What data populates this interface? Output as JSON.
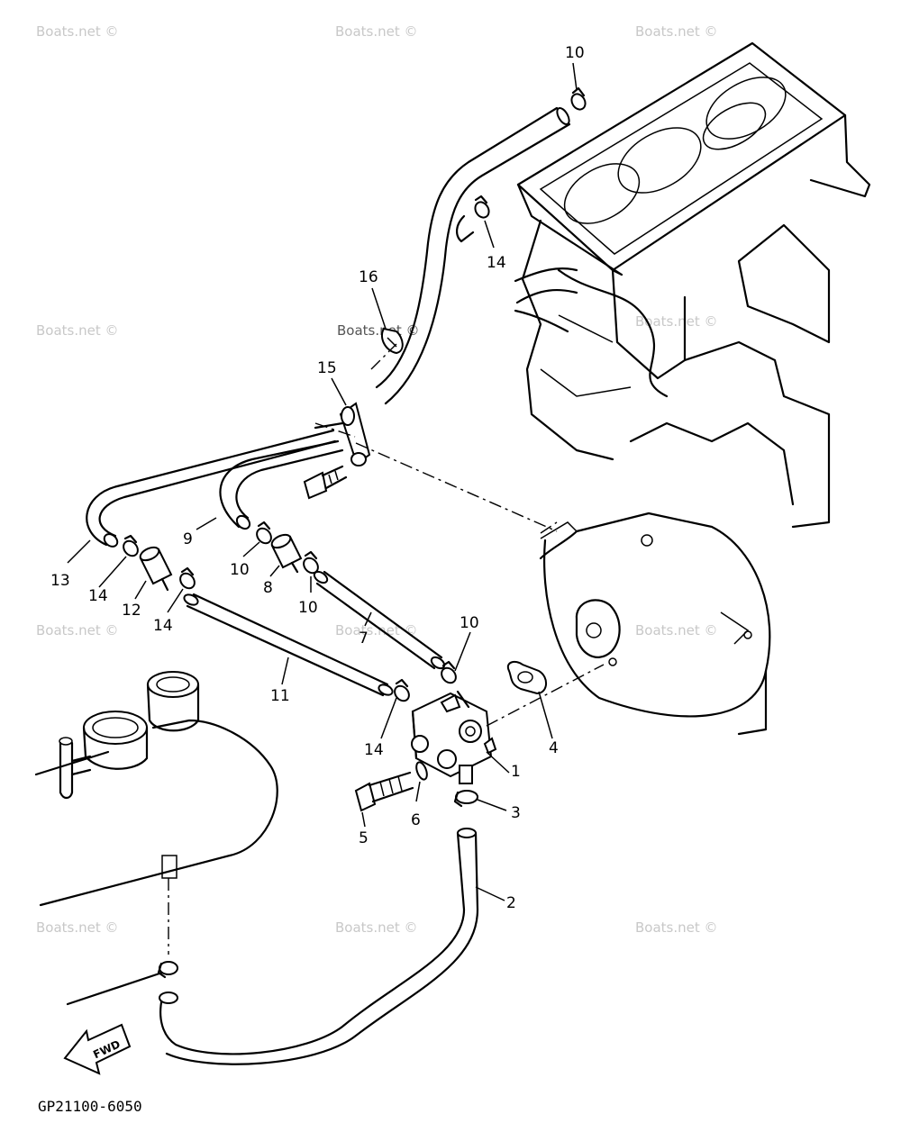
{
  "watermark": "Boats.net ©",
  "drawing_code": "GP21100-6050",
  "fwd_label": "FWD",
  "callouts": [
    "1",
    "2",
    "3",
    "4",
    "5",
    "6",
    "7",
    "8",
    "9",
    "10",
    "11",
    "12",
    "13",
    "14",
    "15",
    "16"
  ],
  "icons": [
    "fwd-arrow-icon"
  ],
  "colors": {
    "line": "#000000",
    "background": "#ffffff",
    "watermark": "#c8c8c8"
  }
}
